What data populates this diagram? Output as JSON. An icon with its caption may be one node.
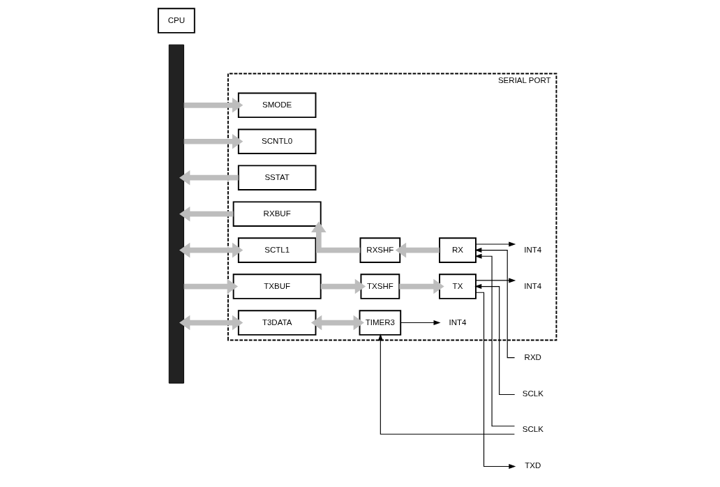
{
  "diagram": {
    "nodes": [
      {
        "text": [
          "CPU"
        ]
      },
      {
        "text": [],
        "shape": "bar"
      },
      {
        "text": [
          "SERIAL PORT"
        ]
      },
      {
        "text": [
          "SMODE"
        ],
        "in": 2
      },
      {
        "text": [
          "SCNTL0"
        ],
        "in": 2
      },
      {
        "text": [
          "SSTAT"
        ],
        "in": 2
      },
      {
        "text": [
          "T3DATA"
        ],
        "in": 2
      },
      {
        "text": [
          "SCTL1"
        ],
        "in": 2
      },
      {
        "text": [
          "TIMER3"
        ],
        "in": 2
      },
      {
        "text": [
          "RXBUF"
        ],
        "in": 2
      },
      {
        "text": [
          "RXSHF"
        ],
        "in": 2
      },
      {
        "text": [
          "RX"
        ],
        "in": 2
      },
      {
        "text": [
          "TXBUF"
        ],
        "in": 2
      },
      {
        "text": [
          "TXSHF"
        ],
        "in": 2
      },
      {
        "text": [
          "TX"
        ],
        "in": 2
      },
      {
        "text": [
          "INT4"
        ],
        "in": 2
      },
      {
        "text": [
          "SCLK"
        ]
      },
      {
        "text": [
          "RXD"
        ]
      },
      {
        "text": [
          "INT4"
        ],
        "in": 2
      },
      {
        "text": [
          "SCLK"
        ]
      },
      {
        "text": [
          "TXD"
        ]
      },
      {
        "text": [
          "INT4"
        ],
        "in": 2
      }
    ],
    "edges": [
      {
        "from": 1,
        "to": 3,
        "arrow": "to"
      },
      {
        "from": 1,
        "to": 4,
        "arrow": "to"
      },
      {
        "from": 5,
        "to": 1,
        "arrow": "to"
      },
      {
        "from": 1,
        "to": 6,
        "arrow": "both"
      },
      {
        "from": 1,
        "to": 7,
        "arrow": "both"
      },
      {
        "from": 6,
        "to": 8,
        "arrow": "both"
      },
      {
        "from": 8,
        "to": 15,
        "arrow": "to",
        "color": "#000000"
      },
      {
        "from": 16,
        "to": 8,
        "arrow": "to",
        "color": "#000000"
      },
      {
        "from": 9,
        "to": 1,
        "arrow": "to"
      },
      {
        "from": 10,
        "to": 9,
        "arrow": "to"
      },
      {
        "from": 11,
        "to": 10,
        "arrow": "to"
      },
      {
        "from": 16,
        "to": 11,
        "arrow": "to",
        "color": "#000000"
      },
      {
        "from": 17,
        "to": 11,
        "arrow": "to",
        "color": "#000000"
      },
      {
        "from": 11,
        "to": 18,
        "arrow": "to",
        "color": "#000000"
      },
      {
        "from": 1,
        "to": 12,
        "arrow": "to"
      },
      {
        "from": 12,
        "to": 13,
        "arrow": "to"
      },
      {
        "from": 13,
        "to": 14,
        "arrow": "to"
      },
      {
        "from": 19,
        "to": 14,
        "arrow": "to",
        "color": "#000000"
      },
      {
        "from": 14,
        "to": 20,
        "arrow": "to",
        "color": "#000000"
      },
      {
        "from": 14,
        "to": 21,
        "arrow": "to",
        "color": "#000000"
      }
    ]
  }
}
